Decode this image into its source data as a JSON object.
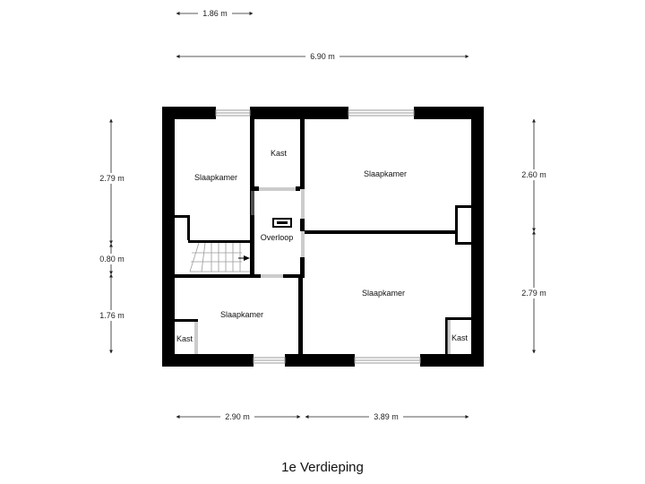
{
  "title": "1e Verdieping",
  "dimensions": {
    "top_small": "1.86 m",
    "top_total": "6.90 m",
    "left_upper": "2.79 m",
    "left_middle": "0.80 m",
    "left_lower": "1.76 m",
    "right_upper": "2.60 m",
    "right_lower": "2.79 m",
    "bottom_left": "2.90 m",
    "bottom_right": "3.89 m"
  },
  "rooms": {
    "slaapkamer_top_left": "Slaapkamer",
    "kast_top": "Kast",
    "slaapkamer_top_right": "Slaapkamer",
    "overloop": "Overloop",
    "slaapkamer_bottom_right": "Slaapkamer",
    "slaapkamer_bottom_left": "Slaapkamer",
    "kast_bottom_left": "Kast",
    "kast_bottom_right": "Kast"
  },
  "colors": {
    "wall": "#000000",
    "window": "#9a9a9a",
    "dimension_line": "#222222"
  }
}
